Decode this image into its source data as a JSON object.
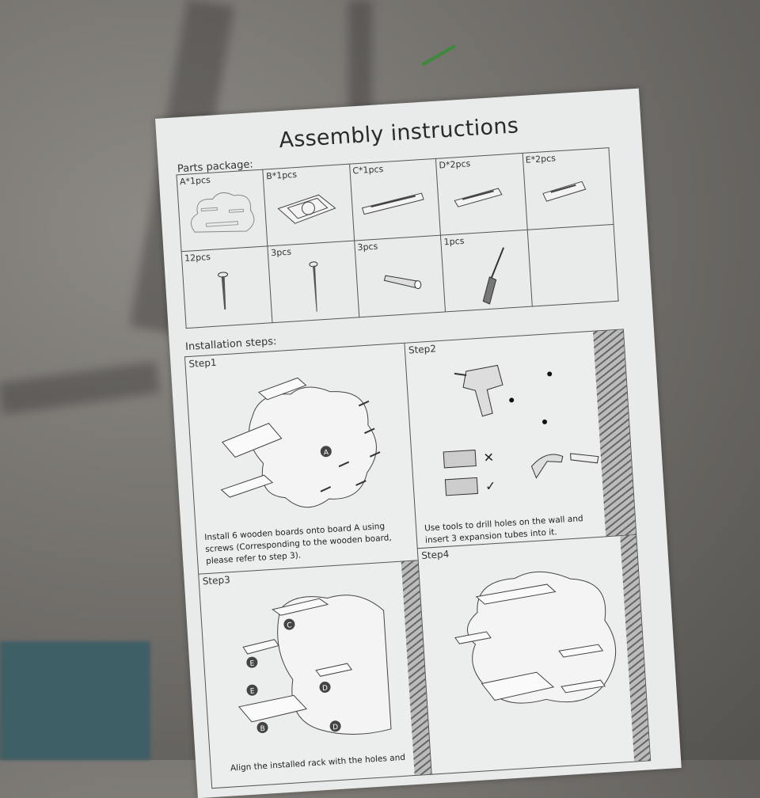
{
  "document": {
    "title": "Assembly instructions",
    "parts_label": "Parts package:",
    "parts": [
      {
        "label": "A*1pcs",
        "item": "cloud-board"
      },
      {
        "label": "B*1pcs",
        "item": "tray-board"
      },
      {
        "label": "C*1pcs",
        "item": "long-slotted-board"
      },
      {
        "label": "D*2pcs",
        "item": "slotted-board"
      },
      {
        "label": "E*2pcs",
        "item": "short-slotted-board"
      },
      {
        "label": "12pcs",
        "item": "short-screw"
      },
      {
        "label": "3pcs",
        "item": "long-screw"
      },
      {
        "label": "3pcs",
        "item": "expansion-tube"
      },
      {
        "label": "1pcs",
        "item": "screwdriver"
      },
      {
        "label": "",
        "item": "empty"
      }
    ],
    "steps_label": "Installation steps:",
    "steps": [
      {
        "title": "Step1",
        "text": "Install 6 wooden boards onto board A using screws (Corresponding to the wooden board, please refer to step 3).",
        "callouts": [
          "A"
        ]
      },
      {
        "title": "Step2",
        "text": "Use tools to drill holes on the wall and insert 3 expansion tubes into it."
      },
      {
        "title": "Step3",
        "text": "Align the installed rack with the holes and",
        "callouts": [
          "C",
          "E",
          "E",
          "D",
          "B",
          "D"
        ]
      },
      {
        "title": "Step4",
        "text": ""
      }
    ]
  }
}
